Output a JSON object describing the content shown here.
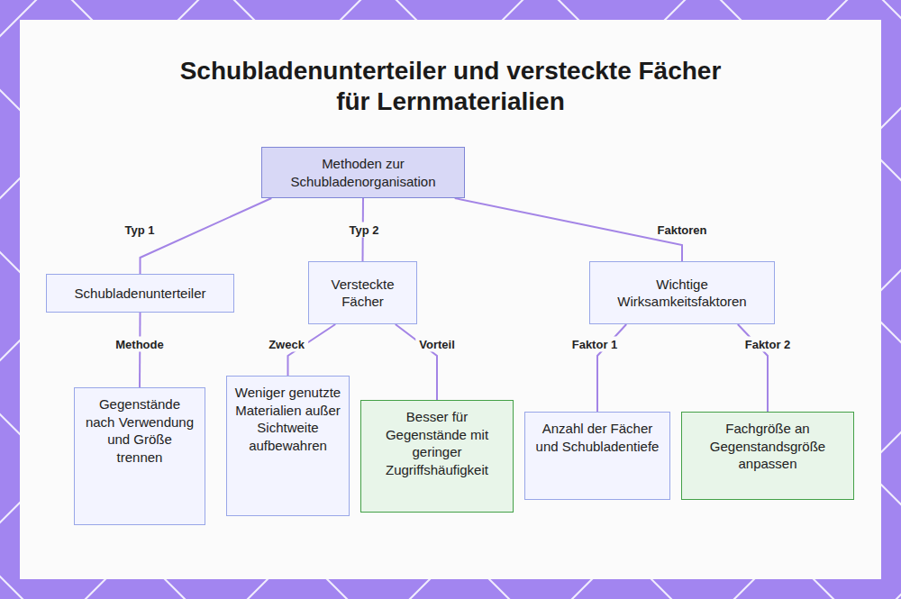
{
  "diagram": {
    "title": "Schubladenunterteiler und versteckte Fächer für Lernmaterialien",
    "nodes": [
      {
        "text": [
          "Methoden zur Schubladenorganisation"
        ]
      },
      {
        "text": [
          "Schubladenunterteiler"
        ]
      },
      {
        "text": [
          "Versteckte Fächer"
        ]
      },
      {
        "text": [
          "Wichtige Wirksamkeitsfaktoren"
        ]
      },
      {
        "text": [
          "Gegenstände nach Verwendung und Größe trennen"
        ]
      },
      {
        "text": [
          "Weniger genutzte Materialien außer Sichtweite aufbewahren"
        ]
      },
      {
        "text": [
          "Besser für Gegenstände mit geringer Zugriffshäufigkeit"
        ]
      },
      {
        "text": [
          "Anzahl der Fächer und Schubladentiefe"
        ]
      },
      {
        "text": [
          "Fachgröße an Gegenstandsgröße anpassen"
        ]
      }
    ],
    "edges": [
      {
        "from": 0,
        "to": 1,
        "label": "Typ 1",
        "arrow": "none"
      },
      {
        "from": 0,
        "to": 2,
        "label": "Typ 2",
        "arrow": "none"
      },
      {
        "from": 0,
        "to": 3,
        "label": "Faktoren",
        "arrow": "none"
      },
      {
        "from": 1,
        "to": 4,
        "label": "Methode",
        "arrow": "none"
      },
      {
        "from": 2,
        "to": 5,
        "label": "Zweck",
        "arrow": "none"
      },
      {
        "from": 2,
        "to": 6,
        "label": "Vorteil",
        "arrow": "none"
      },
      {
        "from": 3,
        "to": 7,
        "label": "Faktor 1",
        "arrow": "none"
      },
      {
        "from": 3,
        "to": 8,
        "label": "Faktor 2",
        "arrow": "none"
      }
    ]
  }
}
